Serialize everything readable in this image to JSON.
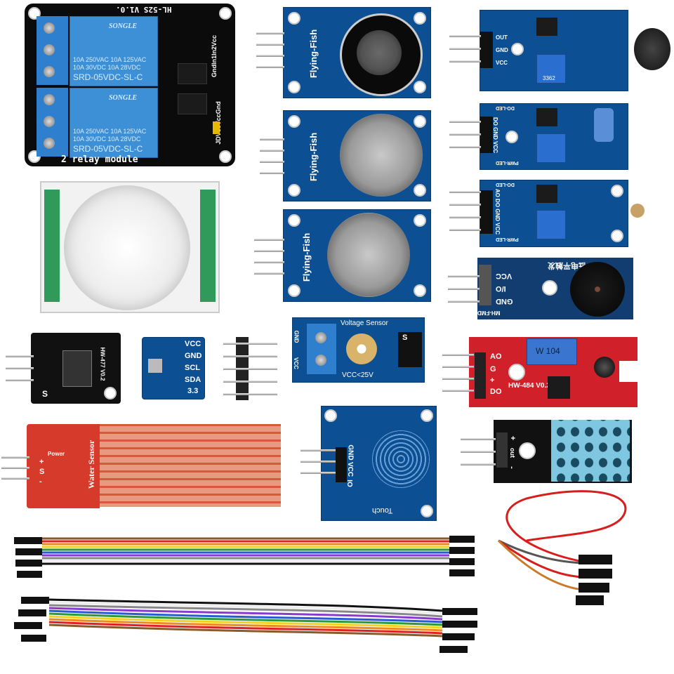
{
  "relay_module": {
    "model": "HL-52S V1.0.",
    "brand": "SONGLE",
    "rating_line1": "10A 250VAC  10A 125VAC",
    "rating_line2": "10A 30VDC  10A 28VDC",
    "part": "SRD-05VDC-SL-C",
    "header_labels": "GndIn1In2Vcc",
    "jumper_labels": "JDVccVccGnd",
    "label": "2 relay module"
  },
  "gas_sensors": [
    {
      "label": "Flying-Fish"
    },
    {
      "label": "Flying-Fish"
    },
    {
      "label": "Flying-Fish"
    }
  ],
  "sound_sensor": {
    "pins": [
      "OUT",
      "GND",
      "VCC"
    ],
    "pot": "3362"
  },
  "sensor_module_2": {
    "pins": "DO GND VCC",
    "leds": [
      "DO-LED",
      "PWR-LED"
    ]
  },
  "sensor_module_3": {
    "pins": "AO DO GND VCC",
    "leds": [
      "DO-LED",
      "PWR-LED"
    ]
  },
  "buzzer_module": {
    "pins": [
      "VCC",
      "I/O",
      "GND"
    ],
    "title": "低电平触发",
    "model": "MH-FMD"
  },
  "hw477": {
    "model": "HW-477 V0.2",
    "pin": "S"
  },
  "bmp_module": {
    "pins": [
      "VCC",
      "GND",
      "SCL",
      "SDA"
    ],
    "voltage": "3.3"
  },
  "voltage_sensor": {
    "title": "Voltage Sensor",
    "range": "VCC<25V",
    "pins": [
      "GND",
      "VCC"
    ],
    "s_label": "S"
  },
  "flame_sensor": {
    "model": "HW-484 V0.2",
    "pot": "W 104",
    "pins": [
      "AO",
      "G",
      "+",
      "DO"
    ]
  },
  "water_sensor": {
    "label": "Water Sensor",
    "power": "Power",
    "pins": [
      "S",
      "+",
      "-"
    ]
  },
  "touch_sensor": {
    "label": "Touch",
    "pins": [
      "GND",
      "VCC",
      "IO"
    ]
  },
  "dht_module": {
    "pins": [
      "+",
      "out",
      "-"
    ]
  },
  "colors": {
    "pcb_blue": "#0d4f93",
    "pcb_red": "#d0202a",
    "relay_blue": "#3d8fd6",
    "dht_blue": "#7fc6e0"
  }
}
